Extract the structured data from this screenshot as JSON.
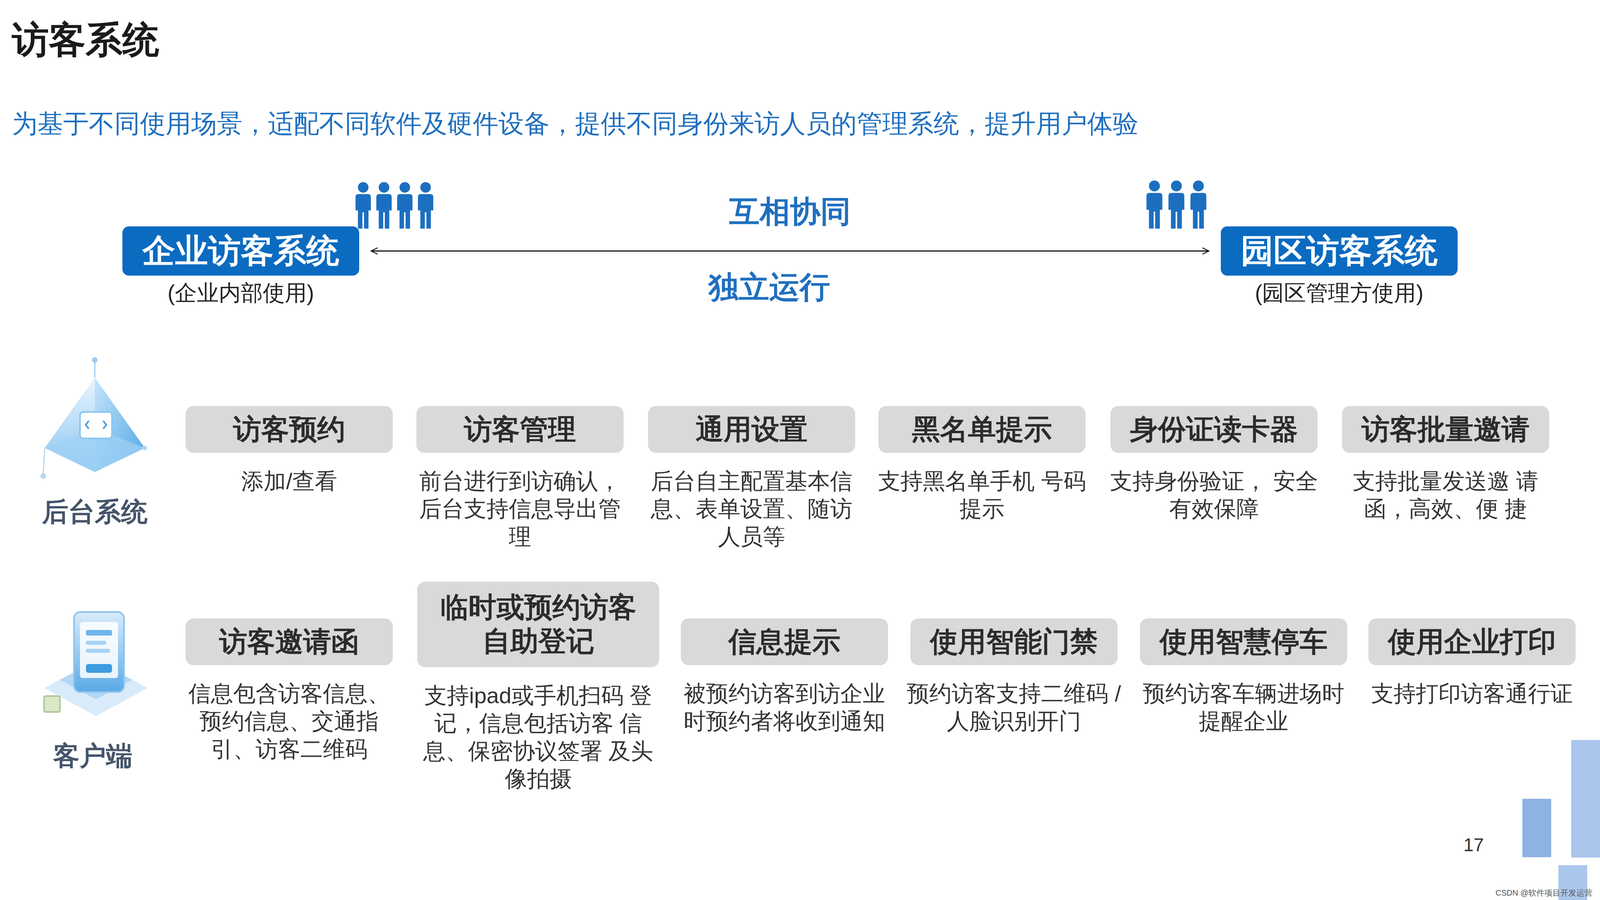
{
  "diagram": {
    "title": "访客系统",
    "caption": "为基于不同使用场景，适配不同软件及硬件设备，提供不同身份来访人员的管理系统，提升用户体验",
    "nodes": [
      {
        "text": [
          "企业访客系统",
          "(企业内部使用)"
        ]
      },
      {
        "text": [
          "园区访客系统",
          "(园区管理方使用)"
        ]
      },
      {
        "text": [
          "访客预约",
          "添加/查看"
        ]
      },
      {
        "text": [
          "访客管理",
          "前台进行到访确认， 后台支持信息导出管 理"
        ]
      },
      {
        "text": [
          "通用设置",
          "后台自主配置基本信 息、表单设置、随访 人员等"
        ]
      },
      {
        "text": [
          "黑名单提示",
          "支持黑名单手机 号码提示"
        ]
      },
      {
        "text": [
          "身份证读卡器",
          "支持身份验证， 安全有效保障"
        ]
      },
      {
        "text": [
          "访客批量邀请",
          "支持批量发送邀 请函，高效、便 捷"
        ]
      },
      {
        "text": [
          "访客邀请函",
          "信息包含访客信息、 预约信息、交通指 引、访客二维码"
        ]
      },
      {
        "text": [
          "临时或预约访客 自助登记",
          "支持ipad或手机扫码 登记，信息包括访客 信息、保密协议签署 及头像拍摄"
        ]
      },
      {
        "text": [
          "信息提示",
          "被预约访客到访企业 时预约者将收到通知"
        ]
      },
      {
        "text": [
          "使用智能门禁",
          "预约访客支持二维码 /人脸识别开门"
        ]
      },
      {
        "text": [
          "使用智慧停车",
          "预约访客车辆进场时 提醒企业"
        ]
      },
      {
        "text": [
          "使用企业打印",
          "支持打印访客通行证"
        ]
      }
    ],
    "edges": [
      {
        "from": 0,
        "to": 1,
        "label": "互相协同",
        "arrow": "both"
      }
    ],
    "labels": [
      "独立运行",
      "后台系统",
      "客户端",
      "17",
      "CSDN @软件项目开发运营"
    ]
  }
}
